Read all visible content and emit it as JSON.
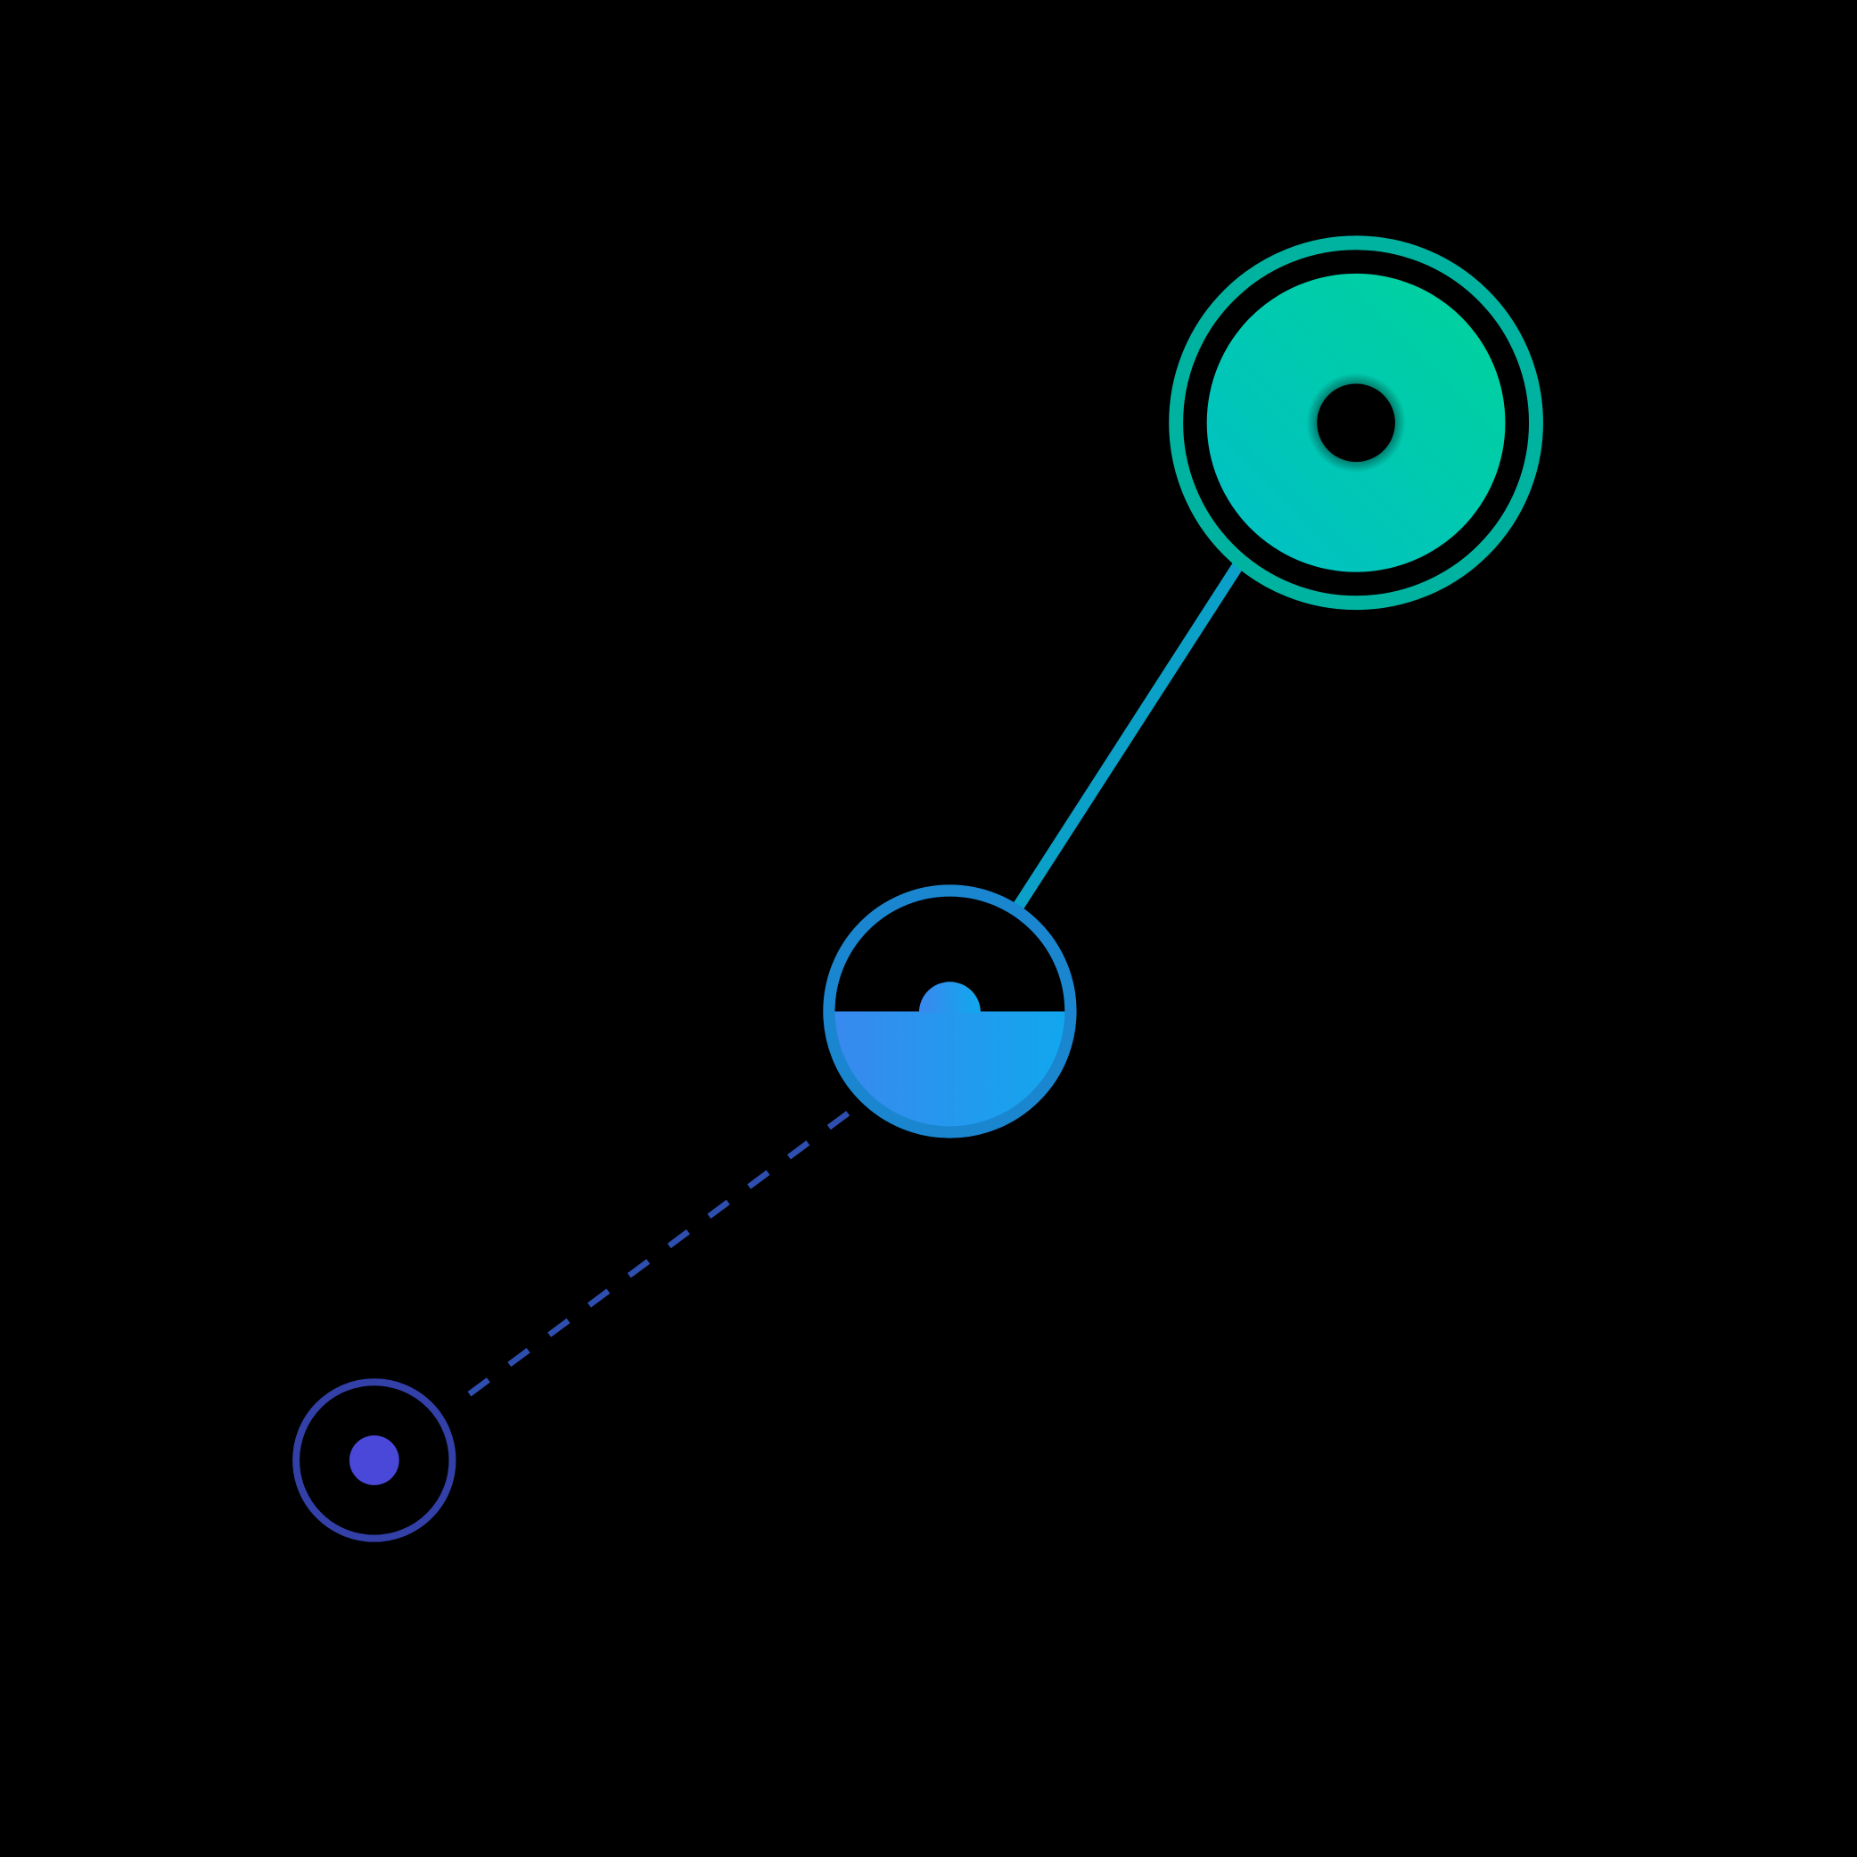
{
  "colors": {
    "background": "#000000",
    "large_node_ring": "#00b3a0",
    "large_node_fill_start": "#00d39a",
    "large_node_fill_end": "#00bfc8",
    "connector_solid": "#0aa0c8",
    "middle_node_ring": "#1a86d0",
    "middle_node_fill_start": "#3a88ee",
    "middle_node_fill_end": "#10a8ee",
    "connector_dashed": "#2f4fb0",
    "small_node_ring": "#3340a8",
    "small_node_dot": "#4a48d8"
  },
  "nodes": [
    {
      "id": "large",
      "state": "full"
    },
    {
      "id": "middle",
      "state": "half"
    },
    {
      "id": "small",
      "state": "minimal"
    }
  ]
}
